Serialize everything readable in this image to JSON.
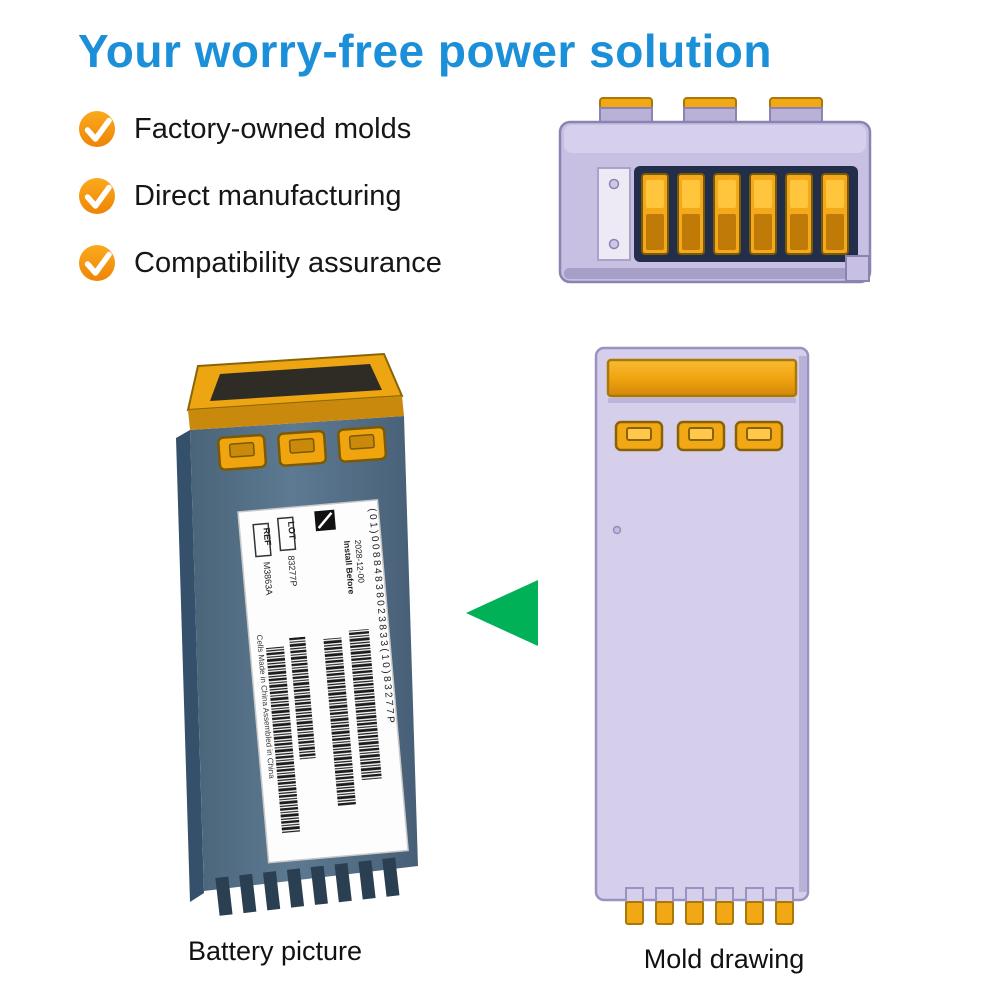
{
  "title": "Your worry-free power solution",
  "features": [
    {
      "label": "Factory-owned molds"
    },
    {
      "label": "Direct manufacturing"
    },
    {
      "label": "Compatibility assurance"
    }
  ],
  "captions": {
    "battery": "Battery picture",
    "mold": "Mold drawing"
  },
  "battery_label": {
    "gs1": "(01)00884838023833(10)83277P",
    "install_before": "Install Before",
    "install_date": "2028-12-00",
    "ref_label": "REF",
    "ref_value": "M3863A",
    "lot_label": "LOT",
    "lot_value": "83277P",
    "origin": "Cells Made in China  Assembled in China"
  },
  "icons": {
    "check": "check-icon",
    "arrow": "left-arrow-icon"
  },
  "colors": {
    "title_blue": "#1b8fd8",
    "check_orange": "#f5940e",
    "mold_purple": "#cdc6e8",
    "connector_yellow": "#f2a714",
    "battery_body": "#54708a",
    "panel_navy": "#232e4a",
    "arrow_green": "#00b158"
  }
}
